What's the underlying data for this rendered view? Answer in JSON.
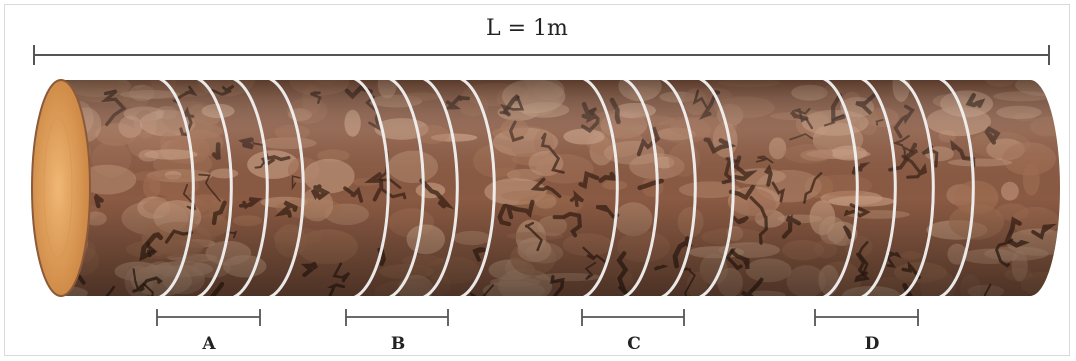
{
  "length_label": "L = 1m",
  "segments": [
    {
      "label": "A",
      "rings": 4
    },
    {
      "label": "B",
      "rings": 4
    },
    {
      "label": "C",
      "rings": 4
    },
    {
      "label": "D",
      "rings": 4
    }
  ],
  "colors": {
    "bark_base": "#8a5a43",
    "bark_dark": "#3a2216",
    "bark_light": "#c49a7e",
    "end_wood": "#e3a25e",
    "ring": "#f2f2f2",
    "dimension_line": "#555555"
  }
}
